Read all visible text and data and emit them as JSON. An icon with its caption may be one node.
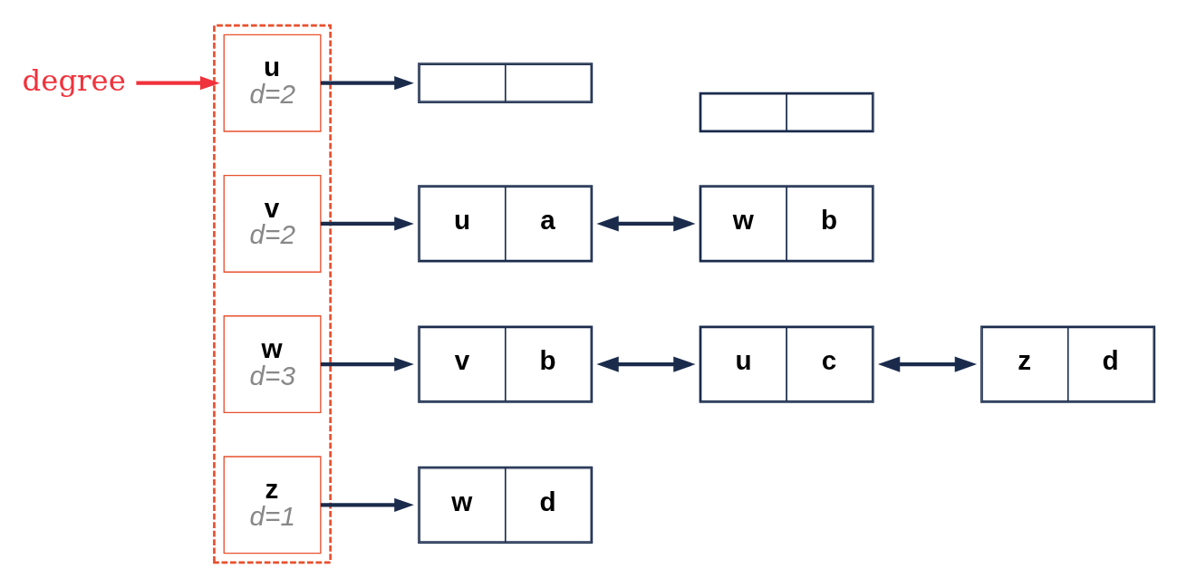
{
  "diagram": {
    "nodes": [
      {
        "text": [],
        "shape": "box"
      },
      {
        "text": [
          "u",
          "d=2"
        ],
        "in": 0
      },
      {
        "text": [
          "v",
          "d=2"
        ],
        "in": 0
      },
      {
        "text": [
          "w",
          "d=3"
        ],
        "in": 0
      },
      {
        "text": [
          "z",
          "d=1"
        ],
        "in": 0
      },
      {
        "text": [
          "degree"
        ]
      },
      {
        "text": [],
        "shape": "box"
      },
      {
        "text": [],
        "shape": "box"
      },
      {
        "text": [
          "u",
          "a"
        ]
      },
      {
        "text": [
          "w",
          "b"
        ]
      },
      {
        "text": [
          "v",
          "b"
        ]
      },
      {
        "text": [
          "u",
          "c"
        ]
      },
      {
        "text": [
          "z",
          "d"
        ]
      },
      {
        "text": [
          "w",
          "d"
        ]
      }
    ],
    "edges": [
      {
        "from": 1,
        "to": 6,
        "arrow": "to"
      },
      {
        "from": 5,
        "to": 0,
        "arrow": "to",
        "color": "#f0323c"
      },
      {
        "from": 2,
        "to": 8,
        "arrow": "to"
      },
      {
        "from": 8,
        "to": 9,
        "arrow": "both"
      },
      {
        "from": 3,
        "to": 10,
        "arrow": "to"
      },
      {
        "from": 10,
        "to": 11,
        "arrow": "both"
      },
      {
        "from": 11,
        "to": 12,
        "arrow": "both"
      },
      {
        "from": 4,
        "to": 13,
        "arrow": "to"
      }
    ]
  }
}
